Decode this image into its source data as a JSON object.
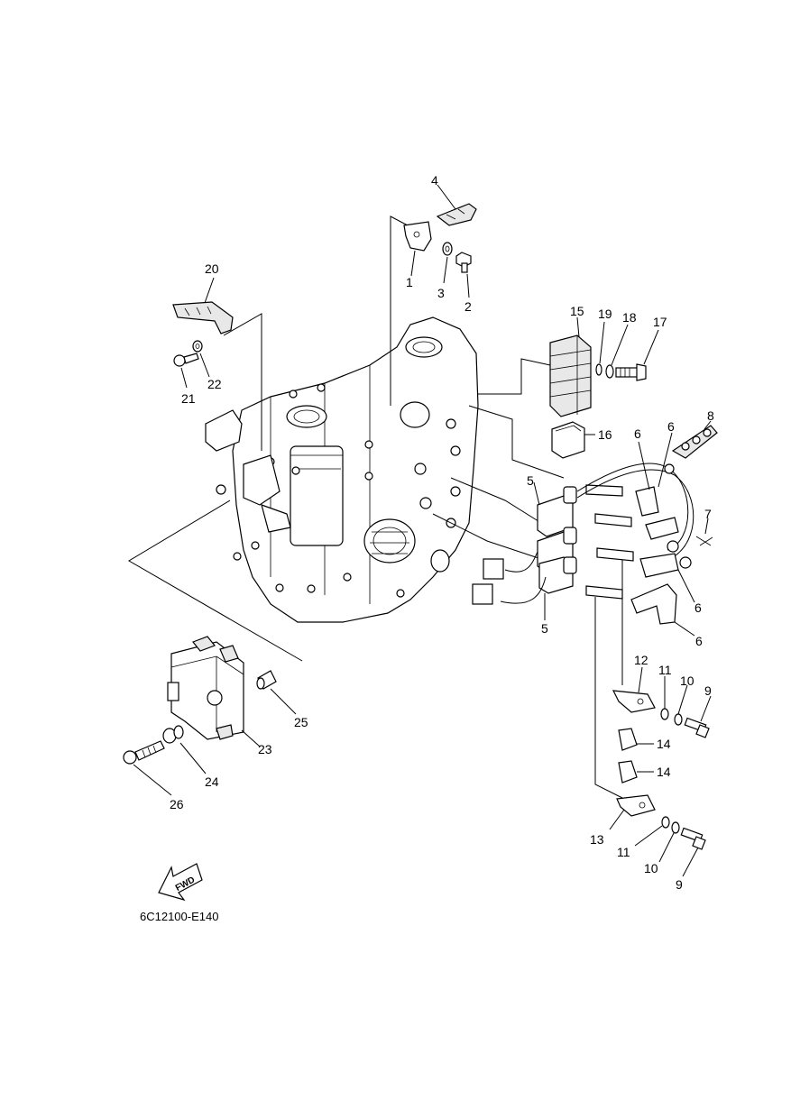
{
  "diagram": {
    "code": "6C12100-E140",
    "fwd_label": "FWD",
    "callouts": [
      {
        "id": "c1",
        "label": "1"
      },
      {
        "id": "c2",
        "label": "2"
      },
      {
        "id": "c3",
        "label": "3"
      },
      {
        "id": "c4",
        "label": "4"
      },
      {
        "id": "c5a",
        "label": "5"
      },
      {
        "id": "c5b",
        "label": "5"
      },
      {
        "id": "c6a",
        "label": "6"
      },
      {
        "id": "c6b",
        "label": "6"
      },
      {
        "id": "c6c",
        "label": "6"
      },
      {
        "id": "c6d",
        "label": "6"
      },
      {
        "id": "c7",
        "label": "7"
      },
      {
        "id": "c8",
        "label": "8"
      },
      {
        "id": "c9a",
        "label": "9"
      },
      {
        "id": "c9b",
        "label": "9"
      },
      {
        "id": "c10a",
        "label": "10"
      },
      {
        "id": "c10b",
        "label": "10"
      },
      {
        "id": "c11a",
        "label": "11"
      },
      {
        "id": "c11b",
        "label": "11"
      },
      {
        "id": "c12",
        "label": "12"
      },
      {
        "id": "c13",
        "label": "13"
      },
      {
        "id": "c14a",
        "label": "14"
      },
      {
        "id": "c14b",
        "label": "14"
      },
      {
        "id": "c15",
        "label": "15"
      },
      {
        "id": "c16",
        "label": "16"
      },
      {
        "id": "c17",
        "label": "17"
      },
      {
        "id": "c18",
        "label": "18"
      },
      {
        "id": "c19",
        "label": "19"
      },
      {
        "id": "c20",
        "label": "20"
      },
      {
        "id": "c21",
        "label": "21"
      },
      {
        "id": "c22",
        "label": "22"
      },
      {
        "id": "c23",
        "label": "23"
      },
      {
        "id": "c24",
        "label": "24"
      },
      {
        "id": "c25",
        "label": "25"
      },
      {
        "id": "c26",
        "label": "26"
      }
    ]
  }
}
